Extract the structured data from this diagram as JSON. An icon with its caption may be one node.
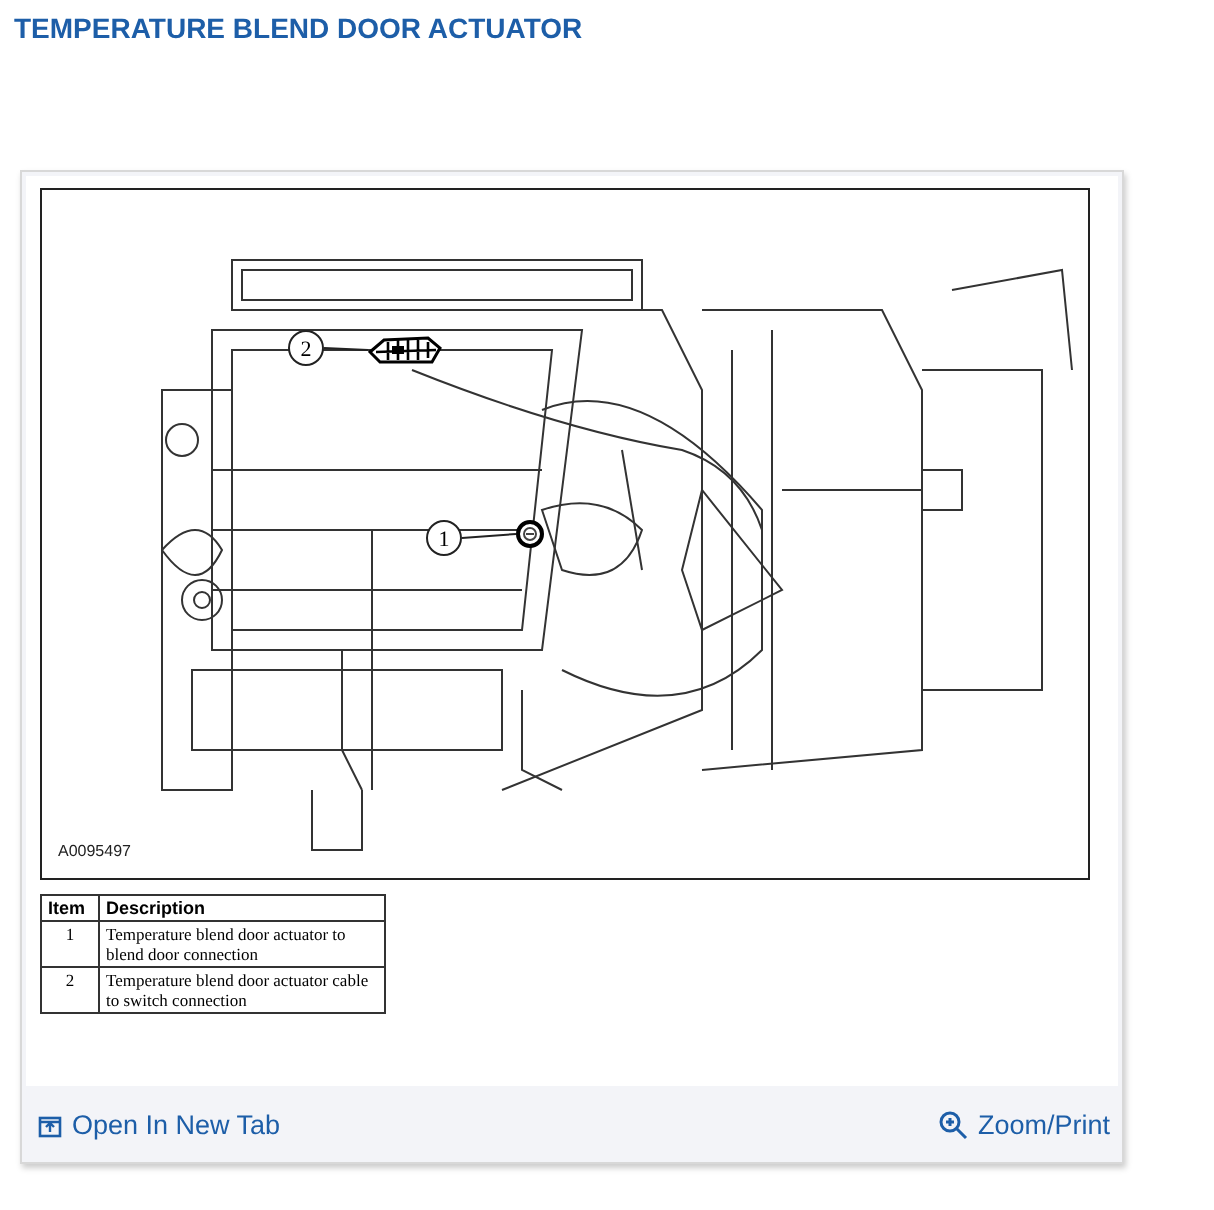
{
  "diagram": {
    "title": "TEMPERATURE BLEND DOOR ACTUATOR",
    "nodes": [
      {
        "text": [
          "2"
        ]
      },
      {
        "text": [],
        "shape": "picture"
      },
      {
        "text": [
          "1"
        ]
      },
      {
        "text": [],
        "shape": "picture"
      }
    ],
    "edges": [
      {
        "from": 0,
        "to": 1,
        "arrow": "none"
      },
      {
        "from": 2,
        "to": 3,
        "arrow": "none"
      }
    ],
    "labels": [
      "A0095497",
      "Item",
      "Description",
      "1",
      "Temperature blend door actuator to blend door connection",
      "2",
      "Temperature blend door actuator cable to switch connection",
      "Open In New Tab",
      "Zoom/Print"
    ]
  }
}
